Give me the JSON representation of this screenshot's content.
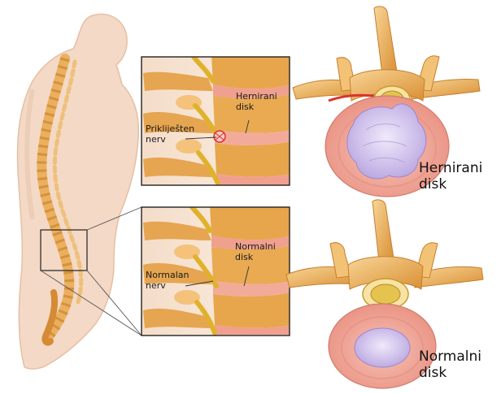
{
  "labels": {
    "inset_top_disk": "Hernirani\ndisk",
    "inset_top_nerve": "Prikliješten\nnerv",
    "inset_bottom_disk": "Normalni\ndisk",
    "inset_bottom_nerve": "Normalan\nnerv",
    "cross_top": "Hernirani\ndisk",
    "cross_bottom": "Normalni\ndisk"
  },
  "colors": {
    "skin": "#f3d9c6",
    "skin_shadow": "#e6bfa4",
    "bone": "#e7a94e",
    "bone_light": "#f6cf86",
    "disc": "#f0a99a",
    "disc_inner": "#c9b9e8",
    "nerve": "#e2b533",
    "inflamed": "#d9342b",
    "frame": "#222222"
  },
  "icons": {
    "body": "human-torso-silhouette",
    "spine": "spinal-column",
    "highlight": "lumbar-region-box"
  }
}
